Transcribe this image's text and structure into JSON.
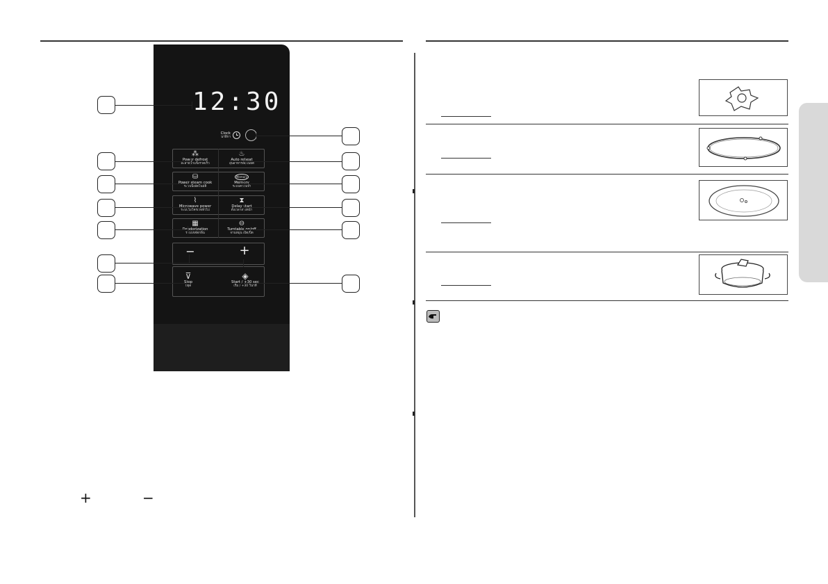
{
  "display": {
    "time": "12:30"
  },
  "buttons": {
    "clock": {
      "label": "Clock",
      "thai": "นาฬิกา"
    },
    "power_defrost": {
      "label": "Power defrost",
      "thai": "ละลายน้ำแข็งรวดเร็ว"
    },
    "auto_reheat": {
      "label": "Auto reheat",
      "thai": "อุ่นอาหารอัตโนมัติ"
    },
    "power_steam": {
      "label": "Power steam cook",
      "thai": "ระบบนึ่งอัตโนมัติ"
    },
    "memory": {
      "label": "Memory",
      "thai": "ระบบความจำ",
      "icon_text": "Memory"
    },
    "microwave_power": {
      "label": "Microwave power",
      "thai": "ระบบไมโครเวฟทั่วไป"
    },
    "delay_start": {
      "label": "Delay start",
      "thai": "ตั้งเวลาล่วงหน้า"
    },
    "deodorization": {
      "label": "Deodorization",
      "thai": "ระบบขจัดกลิ่น"
    },
    "turntable": {
      "label": "Turntable on/off",
      "thai": "จานหมุน เปิด/ปิด"
    },
    "minus": "−",
    "plus": "+",
    "stop": {
      "label": "Stop",
      "thai": "หยุด"
    },
    "start": {
      "label": "Start / +30 sec",
      "thai": "เริ่ม / +30 วินาที"
    }
  },
  "bottom_symbols": {
    "plus": "+",
    "minus": "−"
  },
  "colors": {
    "panel": "#141414",
    "tab": "#d9d9d9"
  }
}
